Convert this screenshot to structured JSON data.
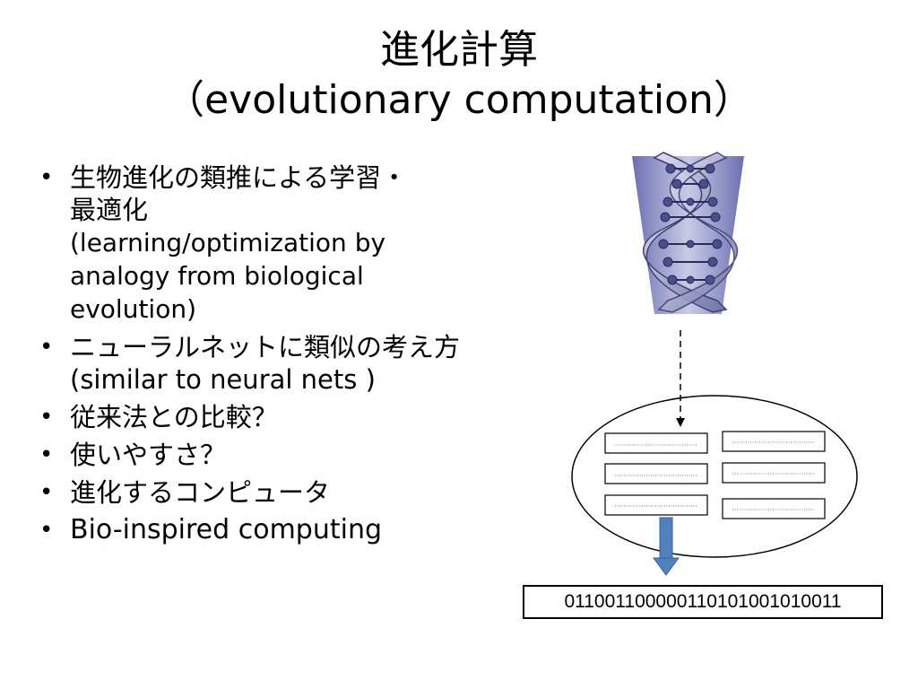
{
  "title": {
    "line1": "進化計算",
    "line2": "（evolutionary computation）"
  },
  "bullets": [
    {
      "main": "生物進化の類推による学習・最適化",
      "sub": "(learning/optimization by analogy from biological evolution)"
    },
    {
      "main": "ニューラルネットに類似の考え方 (similar to neural nets )"
    },
    {
      "main": "従来法との比較？"
    },
    {
      "main": "使いやすさ？"
    },
    {
      "main": "進化するコンピュータ"
    },
    {
      "main": "Bio-inspired computing"
    }
  ],
  "bullet_glyph": "•",
  "diagram": {
    "bitstring": "011001100000110101001010011",
    "dna_icon": "dna-helix-icon",
    "arrow_color": "#4f81bd"
  }
}
